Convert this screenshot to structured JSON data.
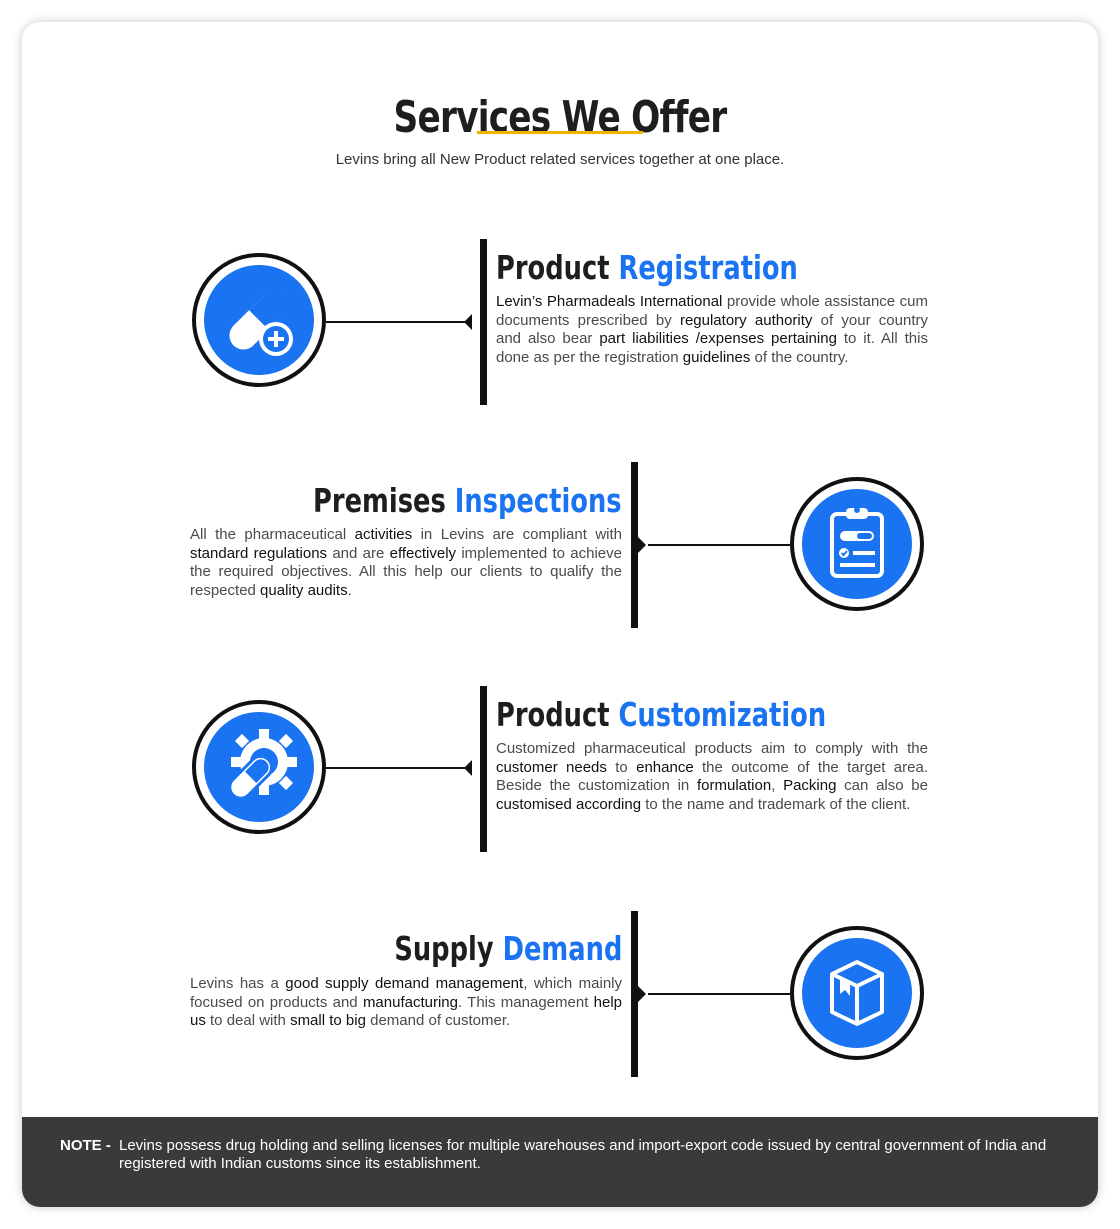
{
  "header": {
    "title": "Services We Offer",
    "subtitle": "Levins bring all New Product related services together at one place."
  },
  "colors": {
    "accent_blue": "#1a73f0",
    "underline_yellow": "#f2b300",
    "note_bg": "#3b3a3a"
  },
  "services": [
    {
      "icon": "capsule-plus-icon",
      "title_dark": "Product",
      "title_blue": "Registration",
      "description": [
        {
          "t": "Levin’s Pharmadeals International",
          "b": true
        },
        {
          "t": " provide whole assistance cum documents prescribed by ",
          "b": false
        },
        {
          "t": "regulatory authority",
          "b": true
        },
        {
          "t": " of your country and also bear ",
          "b": false
        },
        {
          "t": "part liabilities /expenses pertaining",
          "b": true
        },
        {
          "t": " to it. All this done as per the registration ",
          "b": false
        },
        {
          "t": "guidelines",
          "b": true
        },
        {
          "t": " of the country.",
          "b": false
        }
      ]
    },
    {
      "icon": "clipboard-checklist-icon",
      "title_dark": "Premises",
      "title_blue": "Inspections",
      "description": [
        {
          "t": "All the pharmaceutical ",
          "b": false
        },
        {
          "t": "activities",
          "b": true
        },
        {
          "t": " in Levins are compliant with ",
          "b": false
        },
        {
          "t": "standard regulations",
          "b": true
        },
        {
          "t": " and are ",
          "b": false
        },
        {
          "t": "effectively",
          "b": true
        },
        {
          "t": " implemented to achieve the required objectives. All this help our clients to qualify the respected ",
          "b": false
        },
        {
          "t": "quality audits",
          "b": true
        },
        {
          "t": ".",
          "b": false
        }
      ]
    },
    {
      "icon": "gear-capsule-icon",
      "title_dark": "Product",
      "title_blue": "Customization",
      "description": [
        {
          "t": "Customized pharmaceutical products aim to comply with the ",
          "b": false
        },
        {
          "t": "customer needs",
          "b": true
        },
        {
          "t": " to ",
          "b": false
        },
        {
          "t": "enhance",
          "b": true
        },
        {
          "t": " the outcome of the target area. Beside the customization in ",
          "b": false
        },
        {
          "t": "formulation",
          "b": true
        },
        {
          "t": ", ",
          "b": false
        },
        {
          "t": "Packing",
          "b": true
        },
        {
          "t": " can also be ",
          "b": false
        },
        {
          "t": "customised according",
          "b": true
        },
        {
          "t": " to the name and trademark of the client.",
          "b": false
        }
      ]
    },
    {
      "icon": "box-package-icon",
      "title_dark": "Supply",
      "title_blue": "Demand",
      "description": [
        {
          "t": "Levins has a ",
          "b": false
        },
        {
          "t": "good supply demand management",
          "b": true
        },
        {
          "t": ", which mainly focused on products and ",
          "b": false
        },
        {
          "t": "manufacturing",
          "b": true
        },
        {
          "t": ". This management ",
          "b": false
        },
        {
          "t": "help us",
          "b": true
        },
        {
          "t": " to deal with ",
          "b": false
        },
        {
          "t": "small to big",
          "b": true
        },
        {
          "t": " demand of customer.",
          "b": false
        }
      ]
    }
  ],
  "note": {
    "label": "NOTE -",
    "text": "Levins possess drug holding and selling licenses for multiple warehouses and import-export code issued by central government of India and registered with Indian customs since its establishment."
  }
}
